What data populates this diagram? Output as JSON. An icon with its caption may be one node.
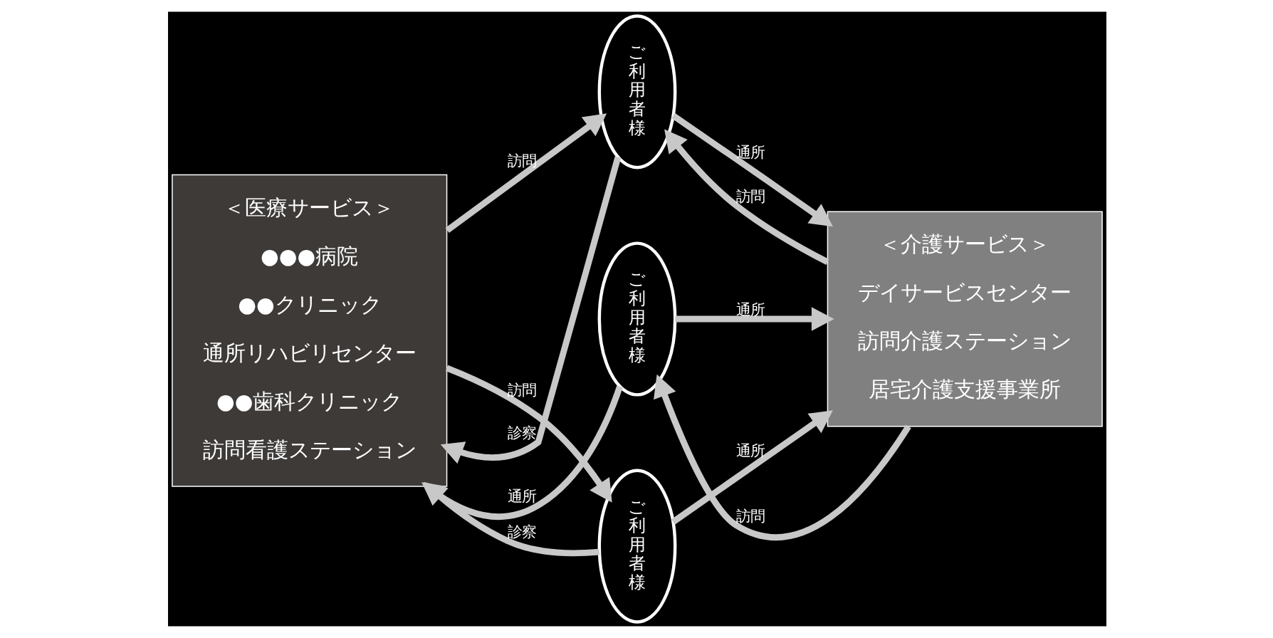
{
  "diagram": {
    "nodes": [
      {
        "text": [
          "＜医療サービス＞",
          "●●●病院",
          "●●クリニック",
          "通所リハビリセンター",
          "●●歯科クリニック",
          "訪問看護ステーション"
        ]
      },
      {
        "text": [
          "＜介護サービス＞",
          "デイサービスセンター",
          "訪問介護ステーション",
          "居宅介護支援事業所"
        ]
      },
      {
        "text": [
          "ご利用者様"
        ]
      },
      {
        "text": [
          "ご利用者様"
        ]
      },
      {
        "text": [
          "ご利用者様"
        ]
      }
    ],
    "edges": [
      {
        "from": 2,
        "to": 0,
        "arrow": "to",
        "label": "診察"
      },
      {
        "from": 0,
        "to": 2,
        "arrow": "to",
        "label": "訪問"
      },
      {
        "from": 2,
        "to": 1,
        "arrow": "to",
        "label": "通所"
      },
      {
        "from": 1,
        "to": 2,
        "arrow": "to",
        "label": "訪問"
      },
      {
        "from": 3,
        "to": 0,
        "arrow": "to",
        "label": "通所"
      },
      {
        "from": 3,
        "to": 1,
        "arrow": "to",
        "label": "通所"
      },
      {
        "from": 1,
        "to": 3,
        "arrow": "to",
        "label": "訪問"
      },
      {
        "from": 4,
        "to": 0,
        "arrow": "to",
        "label": "診察"
      },
      {
        "from": 0,
        "to": 4,
        "arrow": "to",
        "label": "訪問"
      },
      {
        "from": 4,
        "to": 1,
        "arrow": "to",
        "label": "通所"
      }
    ]
  }
}
